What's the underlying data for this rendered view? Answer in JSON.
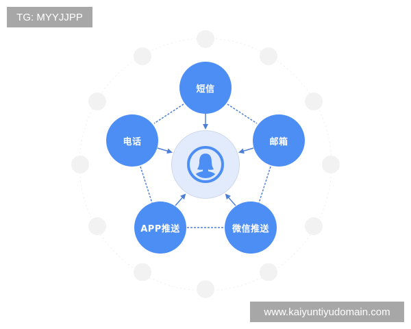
{
  "watermarks": {
    "top_left": "TG: MYYJJPP",
    "bottom_right": "www.kaiyuntiyudomain.com"
  },
  "diagram": {
    "center": {
      "icon": "user-avatar-icon",
      "label": ""
    },
    "channels": [
      {
        "id": "sms",
        "label": "短信"
      },
      {
        "id": "phone",
        "label": "电话"
      },
      {
        "id": "email",
        "label": "邮箱"
      },
      {
        "id": "app-push",
        "label": "APP推送"
      },
      {
        "id": "wechat-push",
        "label": "微信推送"
      }
    ],
    "colors": {
      "node_fill": "#4d8ef5",
      "center_fill": "#e1ebfb",
      "connector": "#4d7fd6",
      "outer_dots": "#f2f2f2"
    }
  }
}
